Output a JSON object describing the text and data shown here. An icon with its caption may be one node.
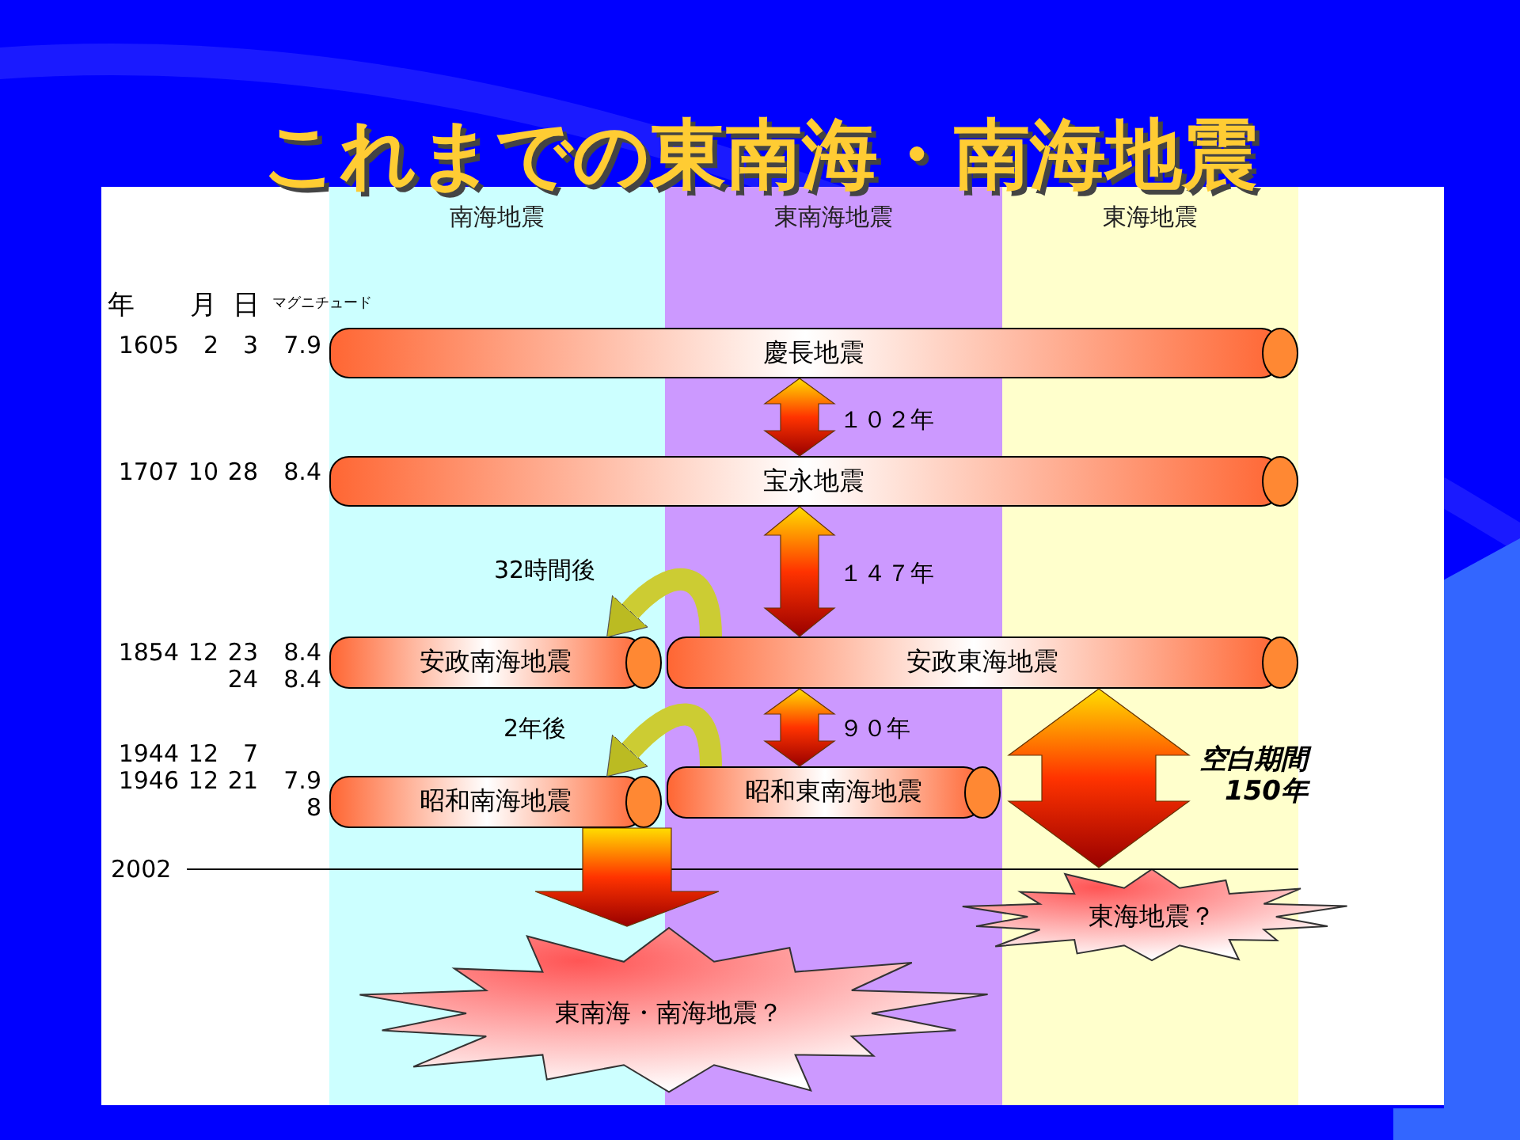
{
  "diagram": {
    "title": "これまでの東南海・南海地震",
    "nodes": [
      {
        "text": [
          "南海地震"
        ]
      },
      {
        "text": [
          "東南海地震"
        ]
      },
      {
        "text": [
          "東海地震"
        ]
      },
      {
        "text": [
          "慶長地震"
        ]
      },
      {
        "text": [
          "宝永地震"
        ]
      },
      {
        "text": [
          "安政南海地震"
        ],
        "in": 0
      },
      {
        "text": [
          "安政東海地震"
        ]
      },
      {
        "text": [
          "昭和南海地震"
        ],
        "in": 0
      },
      {
        "text": [
          "昭和東南海地震"
        ],
        "in": 1
      },
      {
        "text": [
          "東南海・南海地震？"
        ]
      },
      {
        "text": [
          "東海地震？"
        ]
      }
    ],
    "edges": [
      {
        "from": 3,
        "to": 4,
        "arrow": "both",
        "label": "１０２年"
      },
      {
        "from": 4,
        "to": 6,
        "arrow": "both",
        "label": "１４７年"
      },
      {
        "from": 6,
        "to": 8,
        "arrow": "both",
        "label": "９０年"
      },
      {
        "from": 6,
        "to": 5,
        "arrow": "to",
        "label": "32時間後"
      },
      {
        "from": 8,
        "to": 7,
        "arrow": "to",
        "label": "2年後"
      },
      {
        "from": 7,
        "to": 9,
        "arrow": "to"
      },
      {
        "from": 6,
        "to": 10,
        "arrow": "both",
        "label": "空白期間150年"
      }
    ],
    "labels": [
      "年",
      "月",
      "日",
      "マグニチュード",
      "1605",
      "2",
      "3",
      "7.9",
      "1707",
      "10",
      "28",
      "8.4",
      "1854",
      "12",
      "23",
      "8.4",
      "24",
      "8.4",
      "1944",
      "12",
      "7",
      "1946",
      "12",
      "21",
      "7.9",
      "8",
      "2002"
    ]
  }
}
